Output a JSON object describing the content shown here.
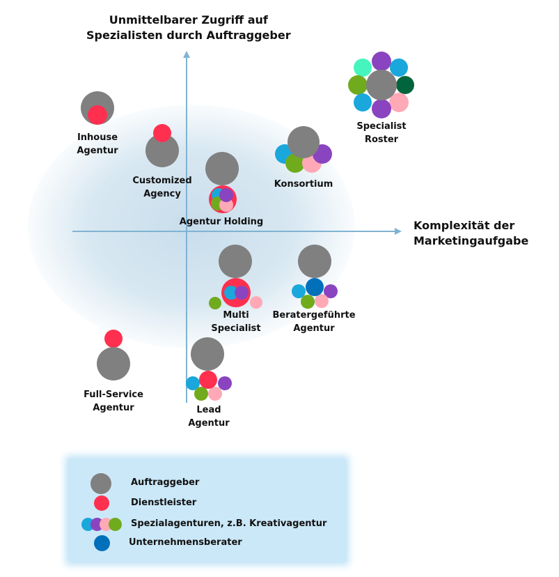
{
  "axes": {
    "y_title": "Unmittelbarer Zugriff auf\nSpezialisten durch Auftraggeber",
    "x_title": "Komplexität der\nMarketingaufgabe",
    "axis_color": "#7fb3d3"
  },
  "colors": {
    "auftraggeber": "#808080",
    "dienstleister": "#ff304f",
    "spezial_blue": "#1aa7dc",
    "spezial_purple": "#8a44bf",
    "spezial_pink": "#ffa9b6",
    "spezial_green": "#70ab1e",
    "spezial_mint": "#46f5bd",
    "spezial_darkgreen": "#00643c",
    "unternehmensberater": "#0070bb"
  },
  "models": [
    {
      "id": "inhouse",
      "label": "Inhouse\nAgentur"
    },
    {
      "id": "customized",
      "label": "Customized\nAgency"
    },
    {
      "id": "holding",
      "label": "Agentur  Holding"
    },
    {
      "id": "konsortium",
      "label": "Konsortium"
    },
    {
      "id": "roster",
      "label": "Specialist\nRoster"
    },
    {
      "id": "multi",
      "label": "Multi\nSpecialist"
    },
    {
      "id": "berater",
      "label": "Beratergeführte\nAgentur"
    },
    {
      "id": "fullservice",
      "label": "Full-Service\nAgentur"
    },
    {
      "id": "lead",
      "label": "Lead\nAgentur"
    }
  ],
  "legend": {
    "items": [
      {
        "label": "Auftraggeber"
      },
      {
        "label": "Dienstleister"
      },
      {
        "label": "Spezialagenturen,  z.B. Kreativagentur"
      },
      {
        "label": "Unternehmensberater"
      }
    ]
  }
}
